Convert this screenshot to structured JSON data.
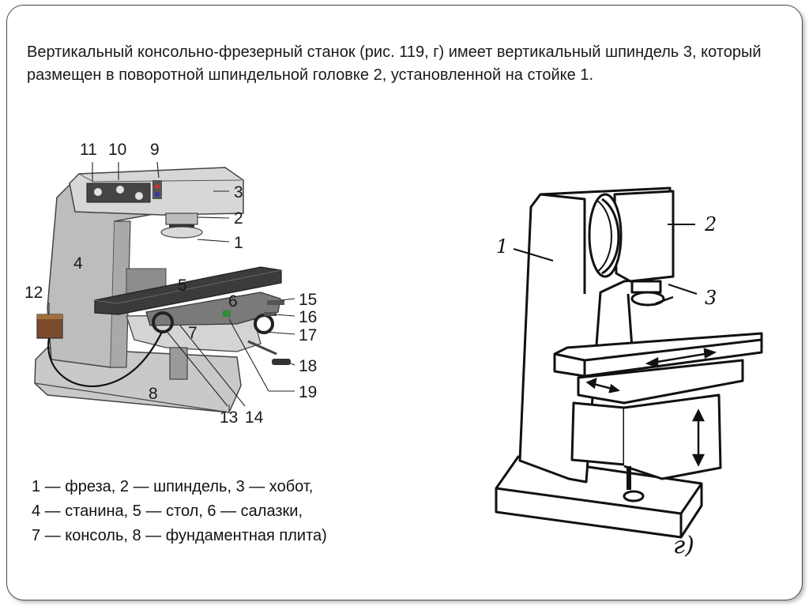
{
  "description": "Вертикальный консольно-фрезерный станок (рис. 119, г) имеет вертикальный шпиндель 3, который размещен в поворотной шпиндельной головке 2, установленной на стойке 1.",
  "left_figure_labels": {
    "l1": "1",
    "l2": "2",
    "l3": "3",
    "l4": "4",
    "l5": "5",
    "l6": "6",
    "l7": "7",
    "l8": "8",
    "l9": "9",
    "l10": "10",
    "l11": "11",
    "l12": "12",
    "l13": "13",
    "l14": "14",
    "l15": "15",
    "l16": "16",
    "l17": "17",
    "l18": "18",
    "l19": "19"
  },
  "right_figure_labels": {
    "r1": "1",
    "r2": "2",
    "r3": "3",
    "caption": "г)"
  },
  "legend": [
    "1 — фреза, 2 — шпиндель, 3 — хобот,",
    "4 — станина, 5 — стол, 6 — салазки,",
    "7 — консоль, 8 — фундаментная плита)"
  ]
}
